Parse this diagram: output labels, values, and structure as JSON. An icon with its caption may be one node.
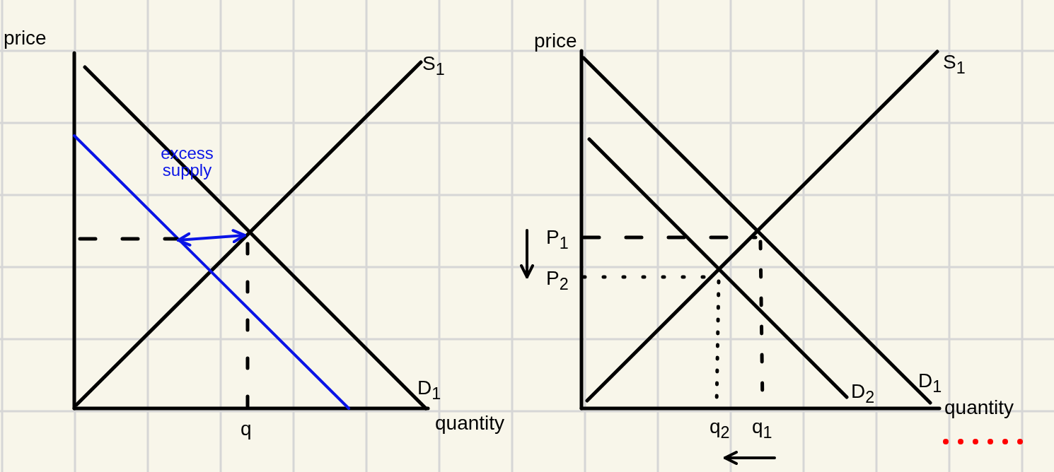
{
  "diagram": {
    "labels": [
      "price",
      "S$_{1}$",
      "excess supply",
      "D$_{1}$",
      "q",
      "quantity",
      "price",
      "S$_{1}$",
      "P$_{1}$",
      "P$_{2}$",
      "D$_{2}$",
      "D$_{1}$",
      "q$_{2}$",
      "q$_{1}$",
      "quantity"
    ]
  }
}
